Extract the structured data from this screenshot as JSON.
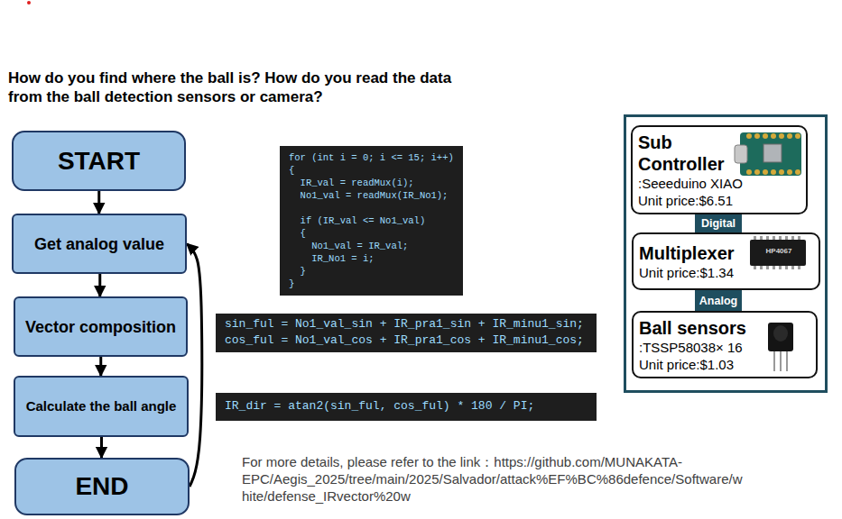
{
  "diagram": {
    "title": "How do you find where the ball is? How do you read the data from the ball detection sensors or camera?",
    "nodes": [
      {
        "text": [
          "START"
        ]
      },
      {
        "text": [
          "Get analog value"
        ]
      },
      {
        "text": [
          "Vector composition"
        ]
      },
      {
        "text": [
          "Calculate the ball angle"
        ]
      },
      {
        "text": [
          "END"
        ]
      },
      {
        "text": [
          "for (int i = 0; i <= 15; i++)",
          "{",
          "IR_val = readMux(i);",
          "No1_val = readMux(IR_No1);",
          "if (IR_val <= No1_val)",
          "{",
          "No1_val = IR_val;",
          "IR_No1 = i;",
          "}",
          "}"
        ]
      },
      {
        "text": [
          "sin_ful = No1_val_sin + IR_pra1_sin + IR_minu1_sin;",
          "cos_ful = No1_val_cos + IR_pra1_cos + IR_minu1_cos;"
        ]
      },
      {
        "text": [
          "IR_dir = atan2(sin_ful, cos_ful) * 180 / PI;"
        ]
      },
      {
        "text": [
          "Sub Controller",
          ":Seeeduino XIAO",
          "Unit price:$6.51"
        ]
      },
      {
        "text": [
          "Digital"
        ]
      },
      {
        "text": [
          "Multiplexer",
          "Unit price:$1.34"
        ]
      },
      {
        "text": [
          "Analog"
        ]
      },
      {
        "text": [
          "Ball sensors",
          ":TSSP58038× 16",
          "Unit price:$1.03"
        ]
      }
    ],
    "edges": [
      {
        "from": 0,
        "to": 1,
        "arrow": "to"
      },
      {
        "from": 1,
        "to": 2,
        "arrow": "to"
      },
      {
        "from": 2,
        "to": 3,
        "arrow": "to"
      },
      {
        "from": 3,
        "to": 4,
        "arrow": "to"
      },
      {
        "from": 4,
        "to": 1,
        "arrow": "to"
      }
    ],
    "labels": [
      "For more details, please refer to the link：https://github.com/MUNAKATA-EPC/Aegis_2025/tree/main/2025/Salvador/attack%EF%BC%86defence/Software/white/defense_IRvector%20w",
      "HP4067"
    ]
  }
}
